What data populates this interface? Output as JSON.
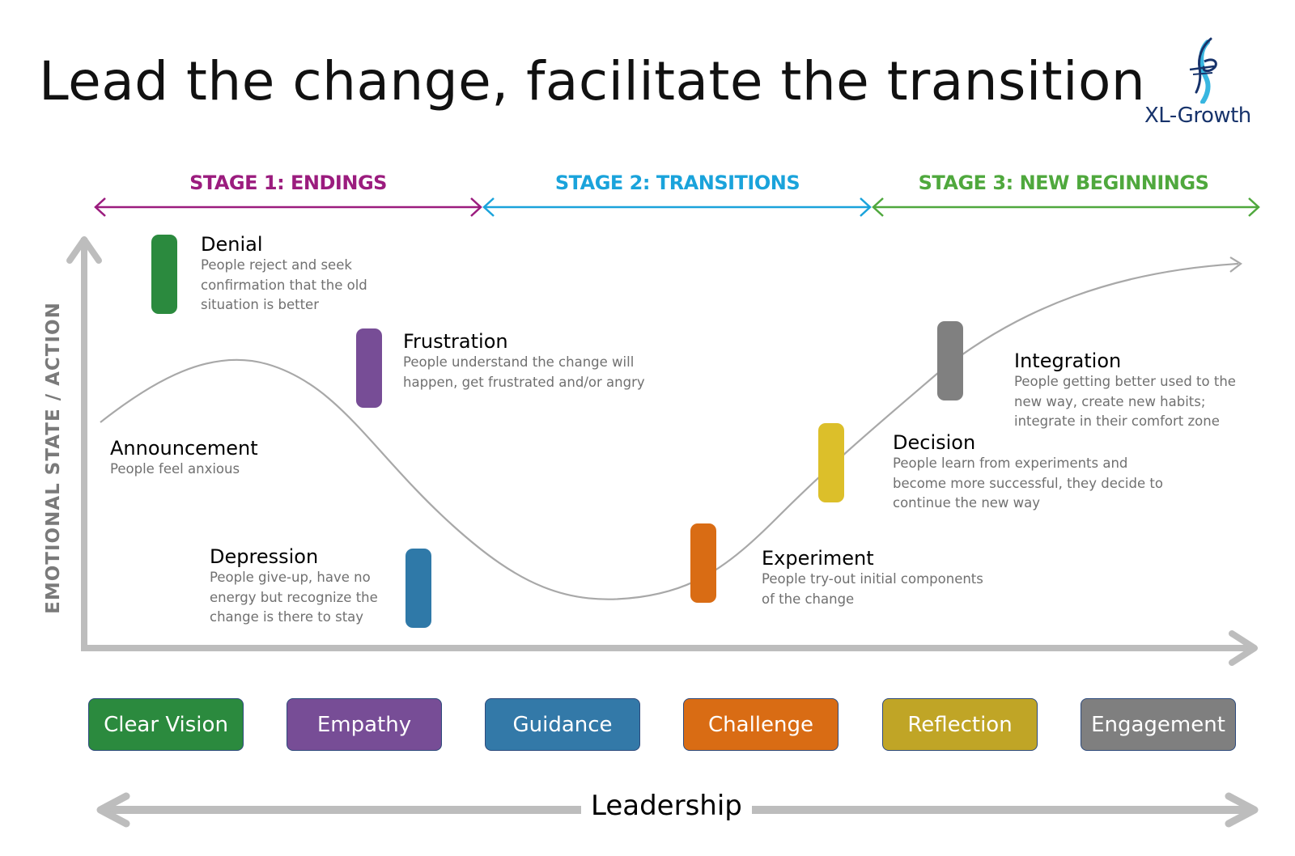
{
  "title": "Lead the change, facilitate the transition",
  "logo": {
    "text": "XL-Growth",
    "icon": "xl-growth-logo-icon",
    "color": "#17336b"
  },
  "stages": [
    {
      "label": "STAGE 1: ENDINGS",
      "color": "#9b1c7e"
    },
    {
      "label": "STAGE 2: TRANSITIONS",
      "color": "#1aa3db"
    },
    {
      "label": "STAGE 3: NEW BEGINNINGS",
      "color": "#4fa83d"
    }
  ],
  "axes": {
    "y_label": "EMOTIONAL STATE / ACTION",
    "color": "#bdbdbd",
    "curve_color": "#a8a8a8"
  },
  "phases": [
    {
      "title": "Announcement",
      "description": "People feel anxious",
      "color": null
    },
    {
      "title": "Denial",
      "description": "People reject and seek\nconfirmation that the old\nsituation is better",
      "color": "#2b8a3e"
    },
    {
      "title": "Frustration",
      "description": "People understand the change will\nhappen, get frustrated and/or angry",
      "color": "#774d96"
    },
    {
      "title": "Depression",
      "description": "People give-up, have no\nenergy but recognize the\nchange is there to stay",
      "color": "#2f79a8"
    },
    {
      "title": "Experiment",
      "description": "People try-out initial components\nof the change",
      "color": "#d96c14"
    },
    {
      "title": "Decision",
      "description": "People learn from experiments and\nbecome more successful, they decide to\ncontinue the new way",
      "color": "#dcbf2a"
    },
    {
      "title": "Integration",
      "description": "People getting better used to the\nnew way, create new habits;\nintegrate in their comfort zone",
      "color": "#808080"
    }
  ],
  "leadership_roles": [
    {
      "label": "Clear Vision",
      "color": "#2b8a3e"
    },
    {
      "label": "Empathy",
      "color": "#774d96"
    },
    {
      "label": "Guidance",
      "color": "#3379a8"
    },
    {
      "label": "Challenge",
      "color": "#d96c14"
    },
    {
      "label": "Reflection",
      "color": "#c0a526"
    },
    {
      "label": "Engagement",
      "color": "#7f7f7f"
    }
  ],
  "leadership_label": "Leadership"
}
